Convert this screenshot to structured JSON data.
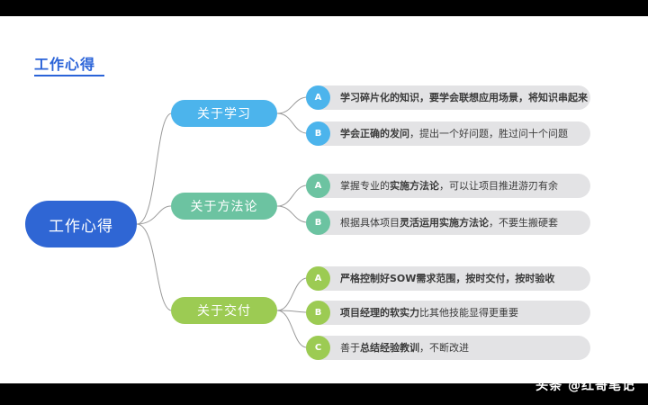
{
  "slide": {
    "title": "工作心得",
    "title_color": "#2a63d8",
    "background": "#ffffff"
  },
  "root": {
    "label": "工作心得",
    "color": "#2f66d4"
  },
  "branches": [
    {
      "label": "关于学习",
      "color": "#4cb4ec",
      "leaves": [
        {
          "badge": "A",
          "badge_color": "#4cb4ec",
          "bold": "学习碎片化的知识，要学会联想应用场景，将知识串起来",
          "rest": ""
        },
        {
          "badge": "B",
          "badge_color": "#4cb4ec",
          "bold": "学会正确的发问",
          "rest": "，提出一个好问题，胜过问十个问题"
        }
      ]
    },
    {
      "label": "关于方法论",
      "color": "#6cc3a1",
      "leaves": [
        {
          "badge": "A",
          "badge_color": "#6cc3a1",
          "bold": "",
          "prefix": "掌握专业的",
          "boldmid": "实施方法论",
          "rest": "，可以让项目推进游刃有余"
        },
        {
          "badge": "B",
          "badge_color": "#6cc3a1",
          "bold": "",
          "prefix": "根据具体项目",
          "boldmid": "灵活运用实施方法论",
          "rest": "，不要生搬硬套"
        }
      ]
    },
    {
      "label": "关于交付",
      "color": "#9ccb53",
      "leaves": [
        {
          "badge": "A",
          "badge_color": "#9ccb53",
          "bold": "严格控制好SOW需求范围，按时交付，按时验收",
          "rest": ""
        },
        {
          "badge": "B",
          "badge_color": "#9ccb53",
          "bold": "项目经理的软实力",
          "rest": "比其他技能显得更重要"
        },
        {
          "badge": "C",
          "badge_color": "#9ccb53",
          "bold": "",
          "prefix": "善于",
          "boldmid": "总结经验教训",
          "rest": "，不断改进"
        }
      ]
    }
  ],
  "watermark": {
    "text": "头条 @红哥笔记"
  },
  "connectors": {
    "color": "#9a9a9a"
  }
}
